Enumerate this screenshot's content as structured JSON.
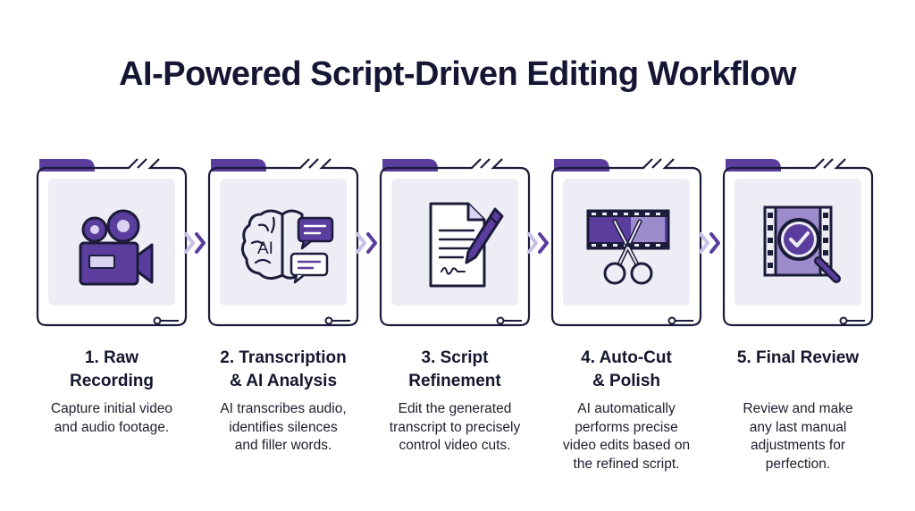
{
  "title": "AI-Powered Script-Driven Editing Workflow",
  "colors": {
    "accent": "#5b3d9e",
    "navy": "#1b1b3a",
    "panel": "#eeedf5",
    "light_purple": "#d9d2f0"
  },
  "steps": [
    {
      "title_line1": "1. Raw",
      "title_line2": "Recording",
      "desc": [
        "Capture initial video",
        "and audio footage."
      ],
      "icon": "video-camera-icon"
    },
    {
      "title_line1": "2. Transcription",
      "title_line2": "& AI Analysis",
      "desc": [
        "AI transcribes audio,",
        "identifies silences",
        "and filler words."
      ],
      "icon": "ai-brain-chat-icon"
    },
    {
      "title_line1": "3. Script",
      "title_line2": "Refinement",
      "desc": [
        "Edit the generated",
        "transcript to precisely",
        "control video cuts."
      ],
      "icon": "document-pen-icon"
    },
    {
      "title_line1": "4. Auto-Cut",
      "title_line2": "& Polish",
      "desc": [
        "AI automatically",
        "performs precise",
        "video edits based on",
        "the refined script."
      ],
      "icon": "film-scissors-icon"
    },
    {
      "title_line1": "5. Final Review",
      "title_line2": "",
      "desc": [
        "Review and make",
        "any last manual",
        "adjustments for",
        "perfection."
      ],
      "icon": "film-magnifier-check-icon"
    }
  ],
  "brain_label": "AI"
}
